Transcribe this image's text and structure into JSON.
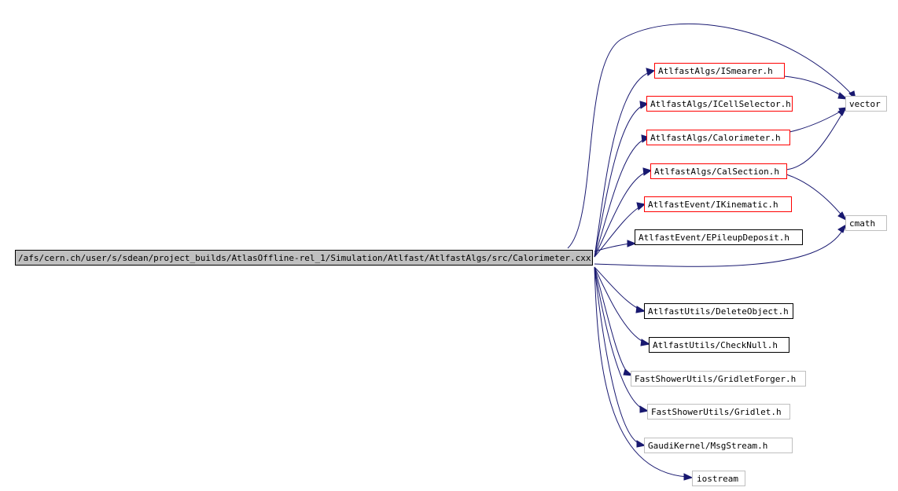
{
  "colors": {
    "edge": "#191970",
    "root_fill": "#bfbfbf",
    "border_red": "#ff0000",
    "border_black": "#000000",
    "border_gray": "#bfbfbf"
  },
  "root": {
    "label": "/afs/cern.ch/user/s/sdean/project_builds/AtlasOffline-rel_1/Simulation/Atlfast/AtlfastAlgs/src/Calorimeter.cxx"
  },
  "nodes": [
    {
      "id": "ismearer",
      "label": "AtlfastAlgs/ISmearer.h",
      "border": "red"
    },
    {
      "id": "icellselector",
      "label": "AtlfastAlgs/ICellSelector.h",
      "border": "red"
    },
    {
      "id": "calorimeter",
      "label": "AtlfastAlgs/Calorimeter.h",
      "border": "red"
    },
    {
      "id": "calsection",
      "label": "AtlfastAlgs/CalSection.h",
      "border": "red"
    },
    {
      "id": "ikinematic",
      "label": "AtlfastEvent/IKinematic.h",
      "border": "red"
    },
    {
      "id": "epileup",
      "label": "AtlfastEvent/EPileupDeposit.h",
      "border": "black"
    },
    {
      "id": "deleteobject",
      "label": "AtlfastUtils/DeleteObject.h",
      "border": "black"
    },
    {
      "id": "checknull",
      "label": "AtlfastUtils/CheckNull.h",
      "border": "black"
    },
    {
      "id": "gridletforger",
      "label": "FastShowerUtils/GridletForger.h",
      "border": "gray"
    },
    {
      "id": "gridlet",
      "label": "FastShowerUtils/Gridlet.h",
      "border": "gray"
    },
    {
      "id": "msgstream",
      "label": "GaudiKernel/MsgStream.h",
      "border": "gray"
    },
    {
      "id": "iostream",
      "label": "iostream",
      "border": "gray"
    },
    {
      "id": "vector",
      "label": "vector",
      "border": "gray"
    },
    {
      "id": "cmath",
      "label": "cmath",
      "border": "gray"
    }
  ]
}
